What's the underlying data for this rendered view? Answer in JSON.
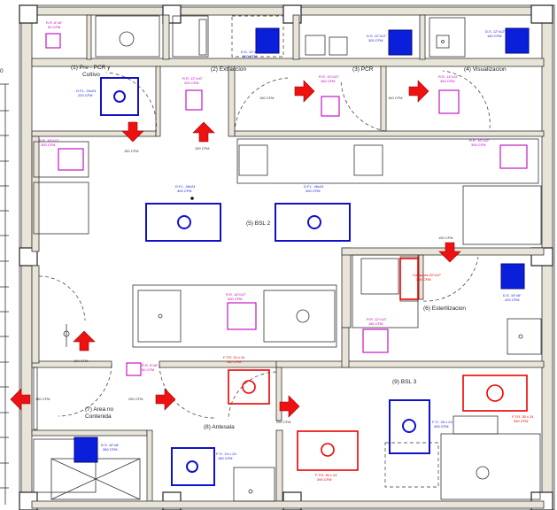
{
  "rooms": {
    "pre_pcr": "(1) Pre - PCR y",
    "pre_pcr_2": "Cultivo",
    "extraccion": "(2) Extraccion",
    "pcr": "(3) PCR",
    "visualizacion": "(4) Visualizacion",
    "bsl2": "(5) BSL 2",
    "esterilizacion": "(6) Esterilizacion",
    "area_no_contenida": "(7) Area no",
    "area_no_contenida_2": "Contenida",
    "antesala": "(8) Antesala",
    "bsl3": "(9) BSL 3"
  },
  "equipment": {
    "rr_6x6": [
      "R.R. 6\"x6\"",
      "50 CFM"
    ],
    "ds_12x12_ext": [
      "D.S. 12\"x12\"",
      "300 CFM"
    ],
    "ds_12x12_pcr": [
      "D.S. 12\"x12\"",
      "300 CFM"
    ],
    "ds_12x12_vis": [
      "D.S. 12\"x12\"",
      "160 CFM"
    ],
    "dfl_pre": [
      "D.F.L. 24x24",
      "220 CFM"
    ],
    "rr_ext": [
      "R.R. 12\"x10\"",
      "220 CFM"
    ],
    "rr_pcr": [
      "R.R. 10\"x10\"",
      "160 CFM"
    ],
    "rr_vis": [
      "R.R. 14\"x12\"",
      "340 CFM"
    ],
    "rr_left": [
      "R.R. 16\"x12\"",
      "300 CFM"
    ],
    "rr_right": [
      "R.R. 16\"x12\"",
      "300 CFM"
    ],
    "dfl_bsl2_a": [
      "D.F.L. 48x24",
      "400 CFM"
    ],
    "dfl_bsl2_b": [
      "D.F.L. 48x24",
      "400 CFM"
    ],
    "rr_bsl2_bottom": [
      "R.R. 16\"x12\"",
      "300 CFM"
    ],
    "rr_est": [
      "R.R. 12\"x12\"",
      "180 CFM"
    ],
    "ds_est": [
      "D.S. 16\"x8\"",
      "420 CFM"
    ],
    "rr_area7": [
      "R.R. 6\"x6\"",
      "50 CFM"
    ],
    "ftr_ante": [
      "F.T.R. 24 x 24",
      "180 CFM"
    ],
    "ds_area7": [
      "D.S. 16\"x8\"",
      "360 CFM"
    ],
    "fti_ante": [
      "F.T.I. 24 x 24",
      "180 CFM"
    ],
    "ftr_bsl3_a": [
      "F.T.R. 35 x 24",
      "390 CFM"
    ],
    "fti_bsl3": [
      "F.T.I. 35 x 24",
      "400 CFM"
    ],
    "ftr_bsl3_b": [
      "F.T.R. 35 x 24",
      "390 CFM"
    ],
    "campana": [
      "Campana 20\"x12\"",
      "360 CFM"
    ]
  },
  "flows": {
    "f_ext_to_pcr": "150 CFM",
    "f_pcr_to_vis": "150 CFM",
    "f_pre_down": "150 CFM",
    "f_ext_up": "150 CFM",
    "f_est_down": "150 CFM",
    "f_area7_up": "150 CFM",
    "f_area7_left": "150 CFM",
    "f_ante_in": "250 CFM",
    "f_bsl3_in": "250 CFM"
  },
  "margin_number": "0",
  "colors": {
    "supply_blue": "#1a1ad8",
    "return_magenta": "#c000c0",
    "filter_red": "#e00000",
    "flow_arrow": "#ee1111"
  }
}
